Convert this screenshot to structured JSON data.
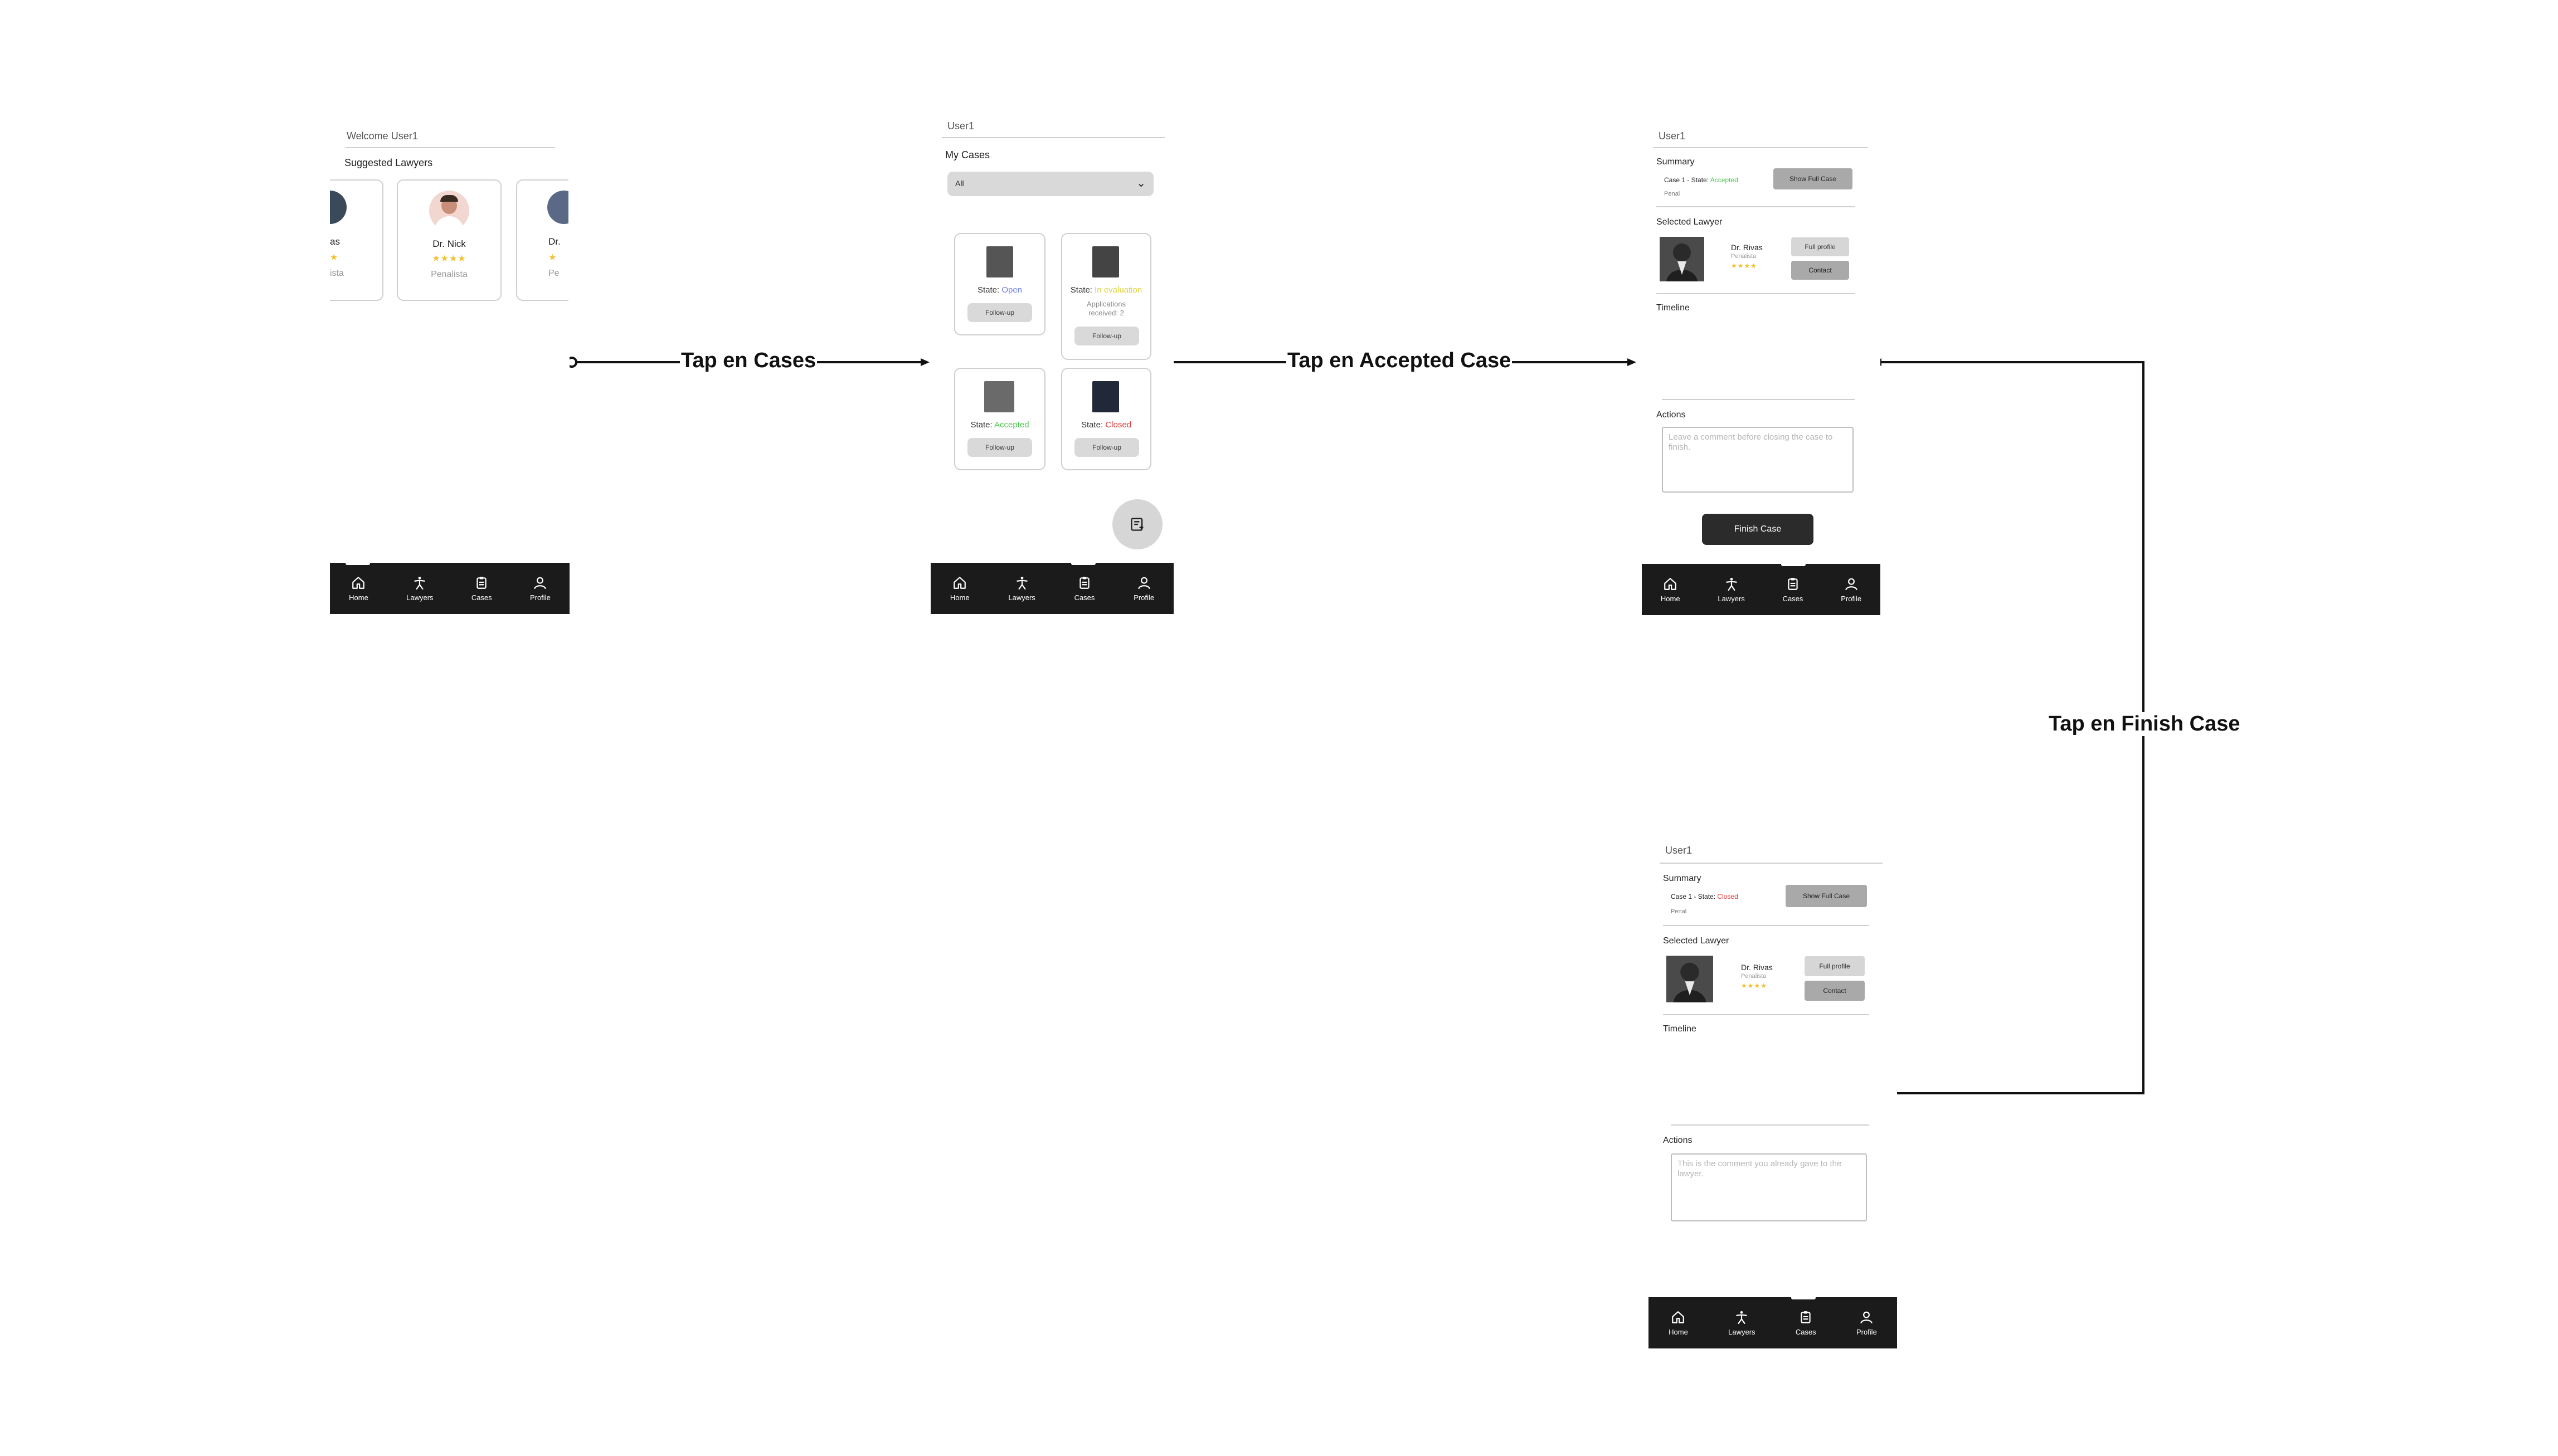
{
  "nav": {
    "home": "Home",
    "lawyers": "Lawyers",
    "cases": "Cases",
    "profile": "Profile"
  },
  "flow": {
    "tap_cases": "Tap en Cases",
    "tap_accepted": "Tap en Accepted Case",
    "tap_finish": "Tap en Finish Case"
  },
  "home_screen": {
    "welcome": "Welcome User1",
    "suggested": "Suggested Lawyers",
    "left_card": {
      "name_fragment": "as",
      "specialty_fragment": "ista"
    },
    "center_card": {
      "name": "Dr. Nick",
      "stars": "★★★★",
      "specialty": "Penalista"
    },
    "right_card": {
      "name_fragment": "Dr.",
      "specialty_fragment": "Pe"
    }
  },
  "cases_screen": {
    "user": "User1",
    "title": "My Cases",
    "filter_value": "All",
    "state_prefix": "State:",
    "follow_up": "Follow-up",
    "cases": [
      {
        "state": "Open",
        "color": "#6c7ee0"
      },
      {
        "state": "In evaluation",
        "color": "#d9d23a",
        "extra": "Applications received: 2"
      },
      {
        "state": "Accepted",
        "color": "#4cc94c"
      },
      {
        "state": "Closed",
        "color": "#e03a3a"
      }
    ]
  },
  "accepted_screen": {
    "user": "User1",
    "summary": "Summary",
    "case_line": "Case 1 - State:",
    "case_state": "Accepted",
    "case_state_color": "#4cc94c",
    "case_type": "Penal",
    "show_full": "Show Full Case",
    "selected_lawyer": "Selected Lawyer",
    "lawyer_name": "Dr. Rivas",
    "lawyer_spec": "Penalista",
    "lawyer_stars": "★★★★",
    "full_profile": "Full profile",
    "contact": "Contact",
    "timeline": "Timeline",
    "actions": "Actions",
    "comment_placeholder": "Leave a comment before closing the case to finish.",
    "finish": "Finish Case"
  },
  "closed_screen": {
    "user": "User1",
    "summary": "Summary",
    "case_line": "Case 1 - State:",
    "case_state": "Closed",
    "case_state_color": "#e03a3a",
    "case_type": "Penal",
    "show_full": "Show Full Case",
    "selected_lawyer": "Selected Lawyer",
    "lawyer_name": "Dr. Rivas",
    "lawyer_spec": "Penalista",
    "lawyer_stars": "★★★★",
    "full_profile": "Full profile",
    "contact": "Contact",
    "timeline": "Timeline",
    "actions": "Actions",
    "comment_text": "This is the comment you already gave to the lawyer."
  }
}
